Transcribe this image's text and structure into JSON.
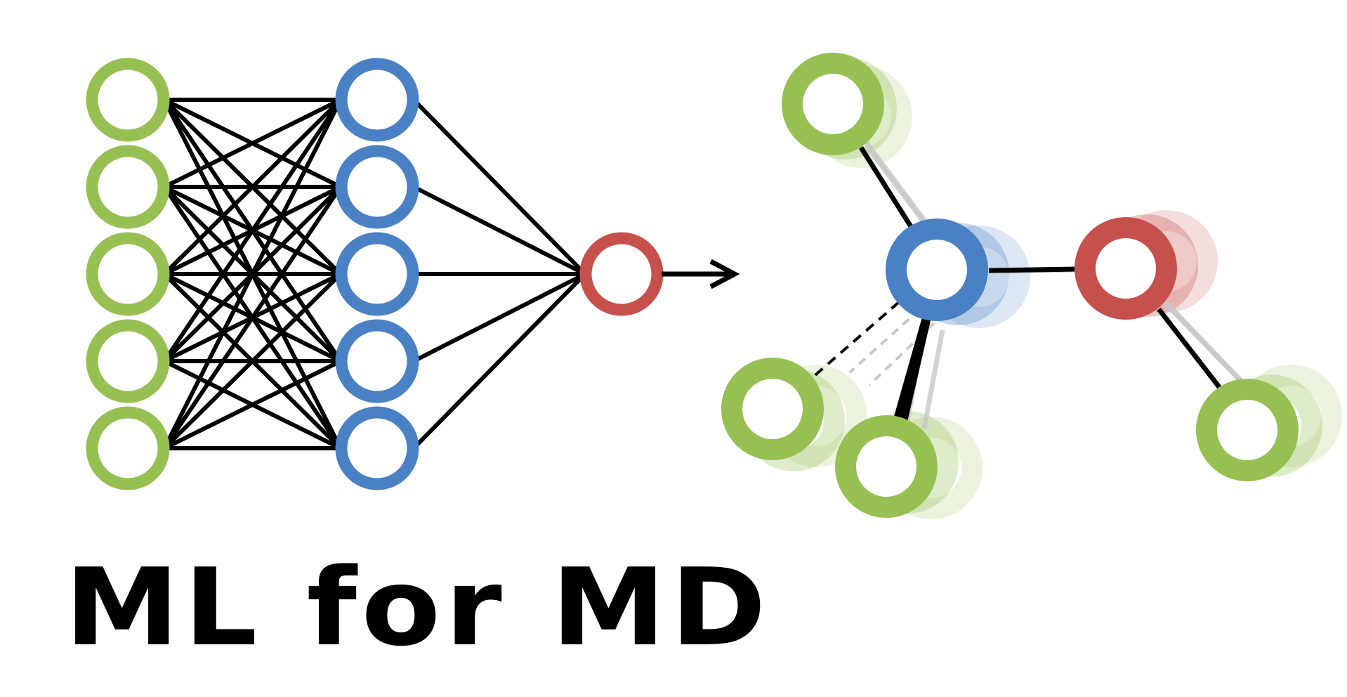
{
  "caption": "ML for MD",
  "colors": {
    "input": "#96c152",
    "hidden": "#4a80c4",
    "output": "#c6504b",
    "line": "#000000",
    "ghost_line": "#c8c8c8"
  },
  "neural_network": {
    "input_layer": {
      "count": 5,
      "color": "input"
    },
    "hidden_layer": {
      "count": 5,
      "color": "hidden"
    },
    "output_layer": {
      "count": 1,
      "color": "output"
    },
    "connectivity": "fully-connected"
  },
  "molecule": {
    "atoms": [
      {
        "name": "top-left-atom",
        "color": "input"
      },
      {
        "name": "central-atom",
        "color": "hidden"
      },
      {
        "name": "right-atom",
        "color": "output"
      },
      {
        "name": "lower-left-atom",
        "color": "input"
      },
      {
        "name": "bottom-atom",
        "color": "input"
      },
      {
        "name": "lower-right-atom",
        "color": "input"
      }
    ],
    "bonds": [
      [
        "top-left-atom",
        "central-atom"
      ],
      [
        "central-atom",
        "right-atom"
      ],
      [
        "central-atom",
        "lower-left-atom"
      ],
      [
        "central-atom",
        "bottom-atom"
      ],
      [
        "right-atom",
        "lower-right-atom"
      ]
    ]
  },
  "arrow_icon": "arrow-right-icon"
}
